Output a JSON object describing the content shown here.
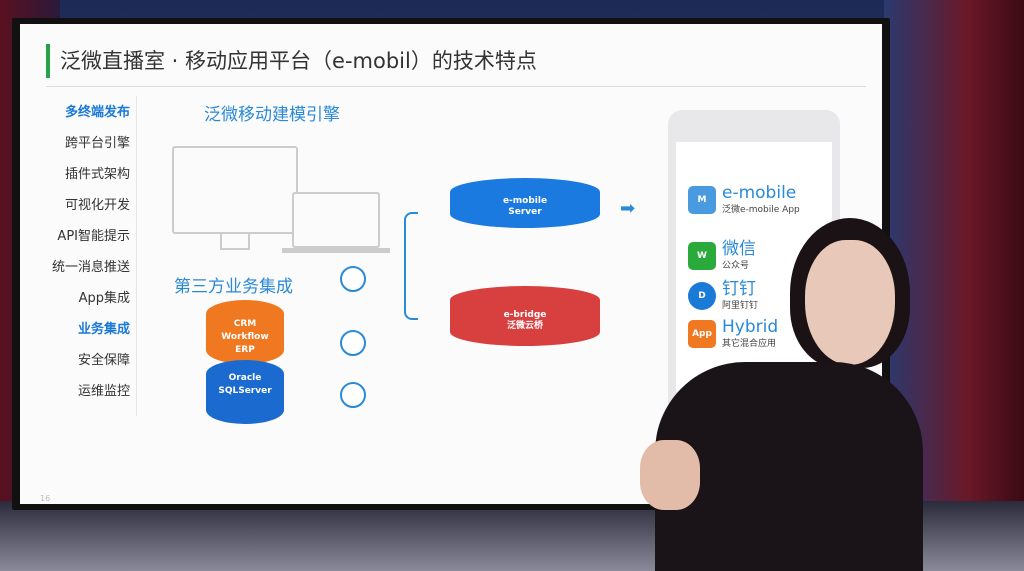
{
  "slide": {
    "title": "泛微直播室 · 移动应用平台（e-mobil）的技术特点",
    "nav": [
      {
        "label": "多终端发布",
        "active": true
      },
      {
        "label": "跨平台引擎"
      },
      {
        "label": "插件式架构"
      },
      {
        "label": "可视化开发"
      },
      {
        "label": "API智能提示"
      },
      {
        "label": "统一消息推送"
      },
      {
        "label": "App集成"
      },
      {
        "label": "业务集成",
        "active": true
      },
      {
        "label": "安全保障"
      },
      {
        "label": "运维监控"
      }
    ],
    "engine_heading": "泛微移动建模引擎",
    "third_party_heading": "第三方业务集成",
    "db_orange": [
      "CRM",
      "Workflow",
      "ERP"
    ],
    "db_blue": [
      "Oracle",
      "SQLServer"
    ],
    "server": {
      "name": "e-mobile",
      "sub": "Server"
    },
    "bridge": {
      "name": "e-bridge",
      "sub": "泛微云桥"
    },
    "apps": [
      {
        "name": "e-mobile",
        "sub": "泛微e-mobile App",
        "icon": "M",
        "color": "#4a9ae0"
      },
      {
        "name": "微信",
        "sub": "公众号",
        "icon": "W",
        "color": "#2aaa3a"
      },
      {
        "name": "钉钉",
        "sub": "阿里钉钉",
        "icon": "D",
        "color": "#1a7ad8"
      },
      {
        "name": "Hybrid",
        "sub": "其它混合应用",
        "icon": "App",
        "color": "#f07820"
      }
    ],
    "page_number": "16"
  },
  "colors": {
    "accent": "#2a8ad8",
    "title_bar": "#2aa04a",
    "orange": "#f07820",
    "red": "#d84040"
  }
}
